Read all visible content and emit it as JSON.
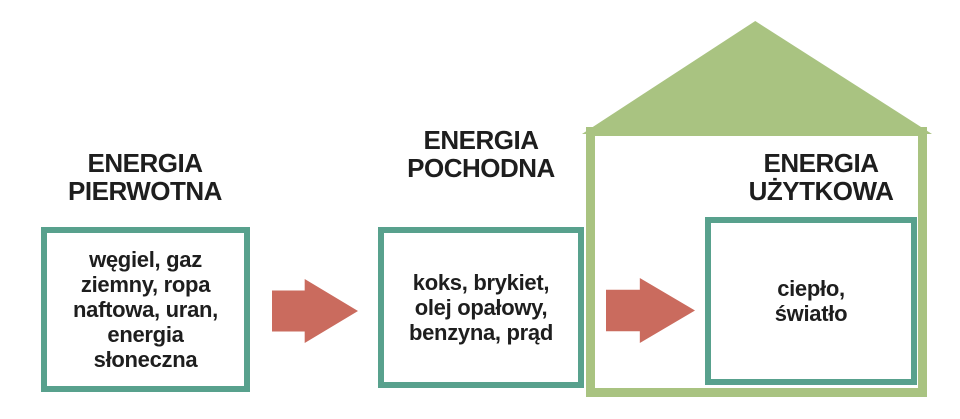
{
  "colors": {
    "teal_border": "#58a18d",
    "house_green": "#a9c381",
    "arrow_salmon": "#ca6b5e",
    "text": "#1e1e1e",
    "background": "#ffffff"
  },
  "diagram": {
    "stages": [
      {
        "title": "ENERGIA\nPIERWOTNA",
        "box_text": "węgiel, gaz\nziemny, ropa\nnaftowa, uran,\nenergia\nsłoneczna"
      },
      {
        "title": "ENERGIA\nPOCHODNA",
        "box_text": "koks, brykiet,\nolej opałowy,\nbenzyna, prąd"
      },
      {
        "title": "ENERGIA\nUŻYTKOWA",
        "box_text": "ciepło,\nświatło"
      }
    ]
  }
}
